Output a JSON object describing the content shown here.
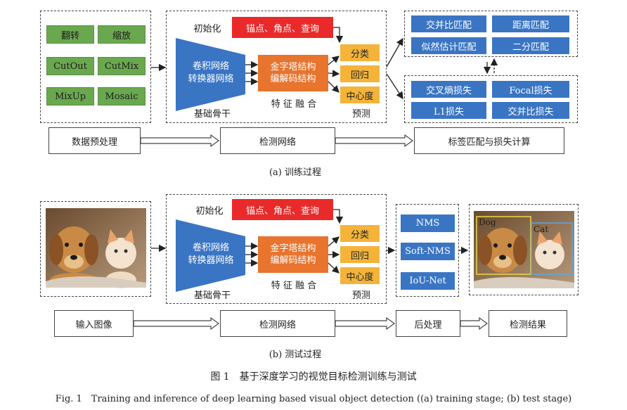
{
  "training": {
    "augment": [
      "翻转",
      "缩放",
      "CutOut",
      "CutMix",
      "MixUp",
      "Mosaic"
    ],
    "init_label": "初始化",
    "init_box": "锚点、角点、查询",
    "backbone_text": "卷积网络\n转换器网络",
    "backbone_label": "基础骨干",
    "fusion_text": "金字塔结构\n编解码结构",
    "fusion_label": "特 征 融 合",
    "predict": [
      "分类",
      "回归",
      "中心度"
    ],
    "predict_label": "预测",
    "matching": [
      "交并比匹配",
      "距离匹配",
      "似然估计匹配",
      "二分匹配"
    ],
    "loss": [
      "交叉熵损失",
      "Focal损失",
      "L1损失",
      "交并比损失"
    ],
    "flow": [
      "数据预处理",
      "检测网络",
      "标签匹配与损失计算"
    ],
    "caption": "(a) 训练过程"
  },
  "testing": {
    "init_label": "初始化",
    "init_box": "锚点、角点、查询",
    "backbone_text": "卷积网络\n转换器网络",
    "backbone_label": "基础骨干",
    "fusion_text": "金字塔结构\n编解码结构",
    "fusion_label": "特 征 融 合",
    "predict": [
      "分类",
      "回归",
      "中心度"
    ],
    "predict_label": "预测",
    "postproc": [
      "NMS",
      "Soft-NMS",
      "IoU-Net"
    ],
    "detect_labels": [
      "Dog",
      "Cat"
    ],
    "flow": [
      "输入图像",
      "检测网络",
      "后处理",
      "检测结果"
    ],
    "caption": "(b) 测试过程"
  },
  "figure": {
    "title_cn": "图 1　基于深度学习的视觉目标检测训练与测试",
    "title_en": "Fig. 1　Training and inference of deep learning based visual object detection ((a) training stage; (b) test stage)"
  },
  "colors": {
    "green": "#6aa84f",
    "blue": "#3a75c4",
    "orange": "#e8742e",
    "yellow": "#f4b43a",
    "red": "#ea2a2a"
  }
}
